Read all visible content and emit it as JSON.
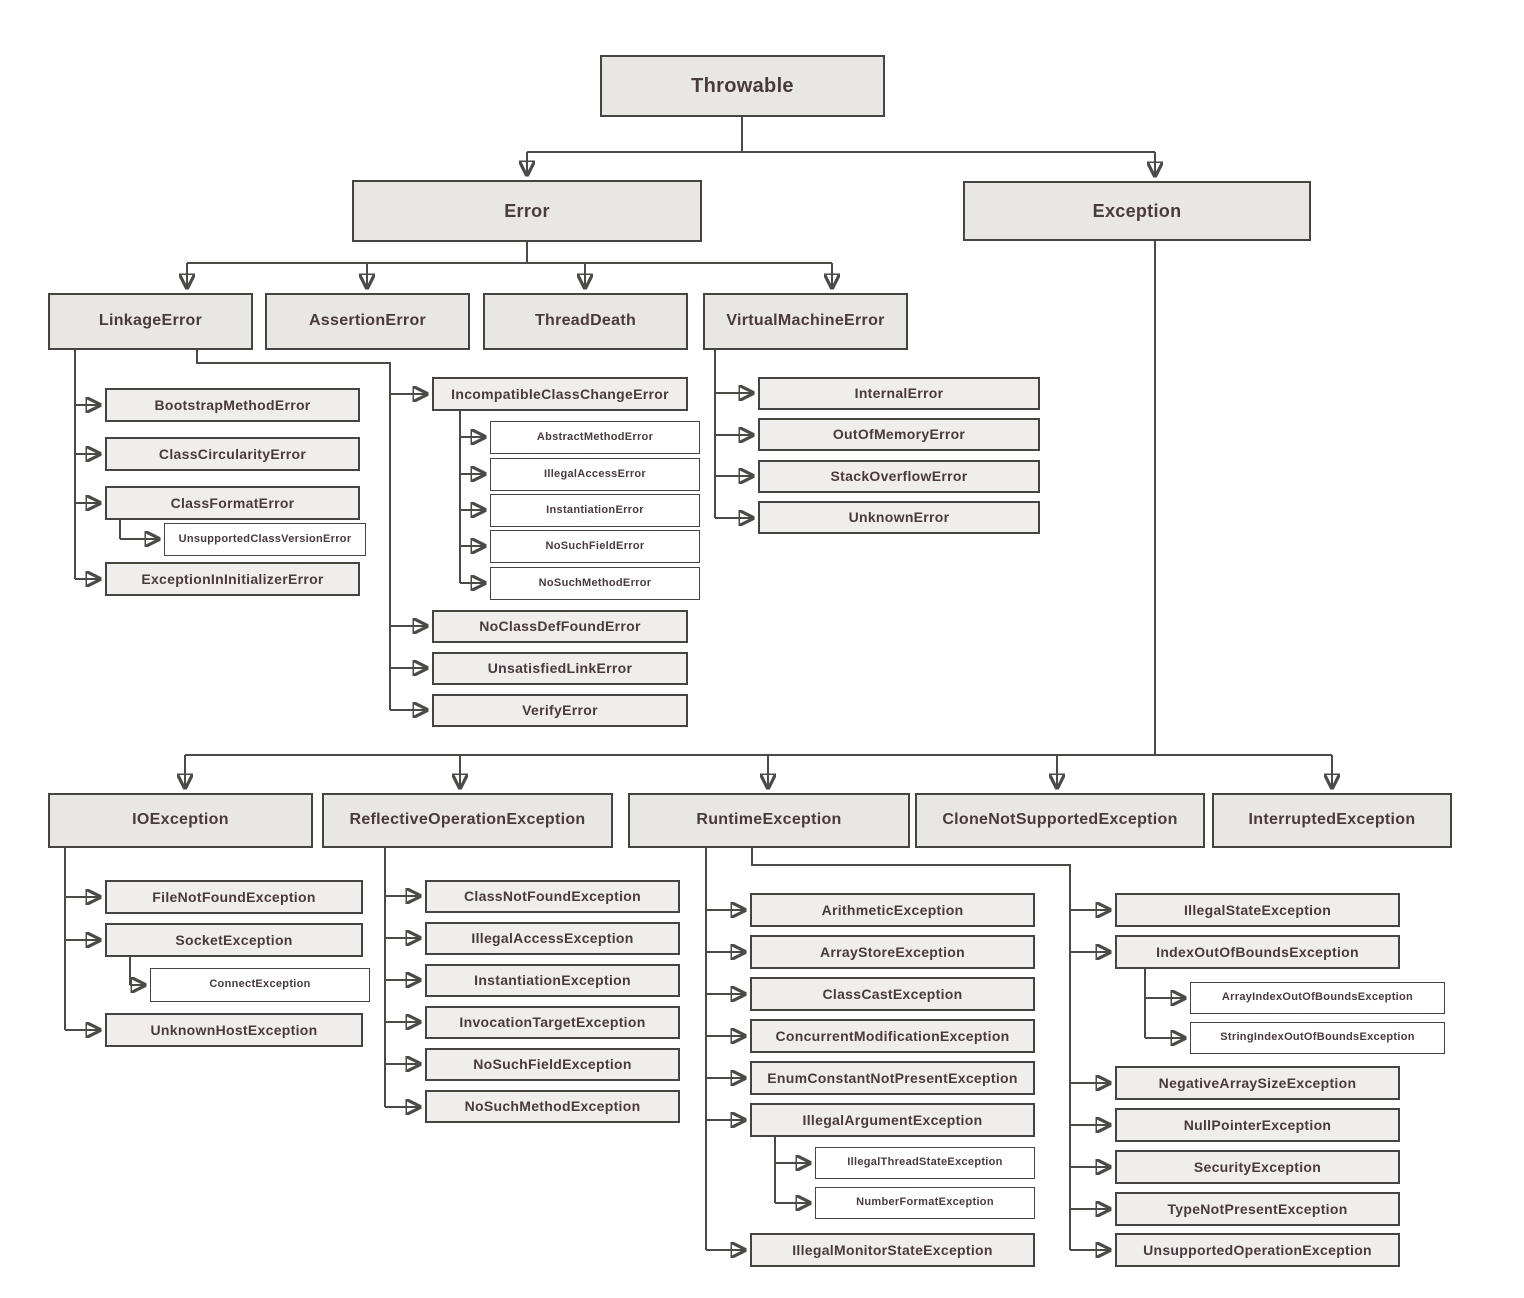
{
  "diagram_type": "class-hierarchy",
  "colors": {
    "box_fill_gray": "#e8e7e4",
    "box_fill_child": "#efeeec",
    "box_fill_white": "#ffffff",
    "box_border": "#454440",
    "connector_line": "#4b4a47",
    "text": "#4a393d",
    "background": "#ffffff"
  },
  "nodes": {
    "throwable": {
      "label": "Throwable"
    },
    "error": {
      "label": "Error"
    },
    "exception": {
      "label": "Exception"
    },
    "linkageError": {
      "label": "LinkageError"
    },
    "assertionError": {
      "label": "AssertionError"
    },
    "threadDeath": {
      "label": "ThreadDeath"
    },
    "virtualMachineError": {
      "label": "VirtualMachineError"
    },
    "bootstrapMethodError": {
      "label": "BootstrapMethodError"
    },
    "classCircularityError": {
      "label": "ClassCircularityError"
    },
    "classFormatError": {
      "label": "ClassFormatError"
    },
    "unsupportedClassVersionError": {
      "label": "UnsupportedClassVersionError"
    },
    "exceptionInInitializerError": {
      "label": "ExceptionInInitializerError"
    },
    "incompatibleClassChangeError": {
      "label": "IncompatibleClassChangeError"
    },
    "abstractMethodError": {
      "label": "AbstractMethodError"
    },
    "illegalAccessError": {
      "label": "IllegalAccessError"
    },
    "instantiationError": {
      "label": "InstantiationError"
    },
    "noSuchFieldError": {
      "label": "NoSuchFieldError"
    },
    "noSuchMethodError": {
      "label": "NoSuchMethodError"
    },
    "noClassDefFoundError": {
      "label": "NoClassDefFoundError"
    },
    "unsatisfiedLinkError": {
      "label": "UnsatisfiedLinkError"
    },
    "verifyError": {
      "label": "VerifyError"
    },
    "internalError": {
      "label": "InternalError"
    },
    "outOfMemoryError": {
      "label": "OutOfMemoryError"
    },
    "stackOverflowError": {
      "label": "StackOverflowError"
    },
    "unknownError": {
      "label": "UnknownError"
    },
    "ioException": {
      "label": "IOException"
    },
    "reflectiveOperationException": {
      "label": "ReflectiveOperationException"
    },
    "runtimeException": {
      "label": "RuntimeException"
    },
    "cloneNotSupportedException": {
      "label": "CloneNotSupportedException"
    },
    "interruptedException": {
      "label": "InterruptedException"
    },
    "fileNotFoundException": {
      "label": "FileNotFoundException"
    },
    "socketException": {
      "label": "SocketException"
    },
    "connectException": {
      "label": "ConnectException"
    },
    "unknownHostException": {
      "label": "UnknownHostException"
    },
    "classNotFoundException": {
      "label": "ClassNotFoundException"
    },
    "illegalAccessException": {
      "label": "IllegalAccessException"
    },
    "instantiationException": {
      "label": "InstantiationException"
    },
    "invocationTargetException": {
      "label": "InvocationTargetException"
    },
    "noSuchFieldException": {
      "label": "NoSuchFieldException"
    },
    "noSuchMethodException": {
      "label": "NoSuchMethodException"
    },
    "arithmeticException": {
      "label": "ArithmeticException"
    },
    "arrayStoreException": {
      "label": "ArrayStoreException"
    },
    "classCastException": {
      "label": "ClassCastException"
    },
    "concurrentModificationException": {
      "label": "ConcurrentModificationException"
    },
    "enumConstantNotPresentException": {
      "label": "EnumConstantNotPresentException"
    },
    "illegalArgumentException": {
      "label": "IllegalArgumentException"
    },
    "illegalThreadStateException": {
      "label": "IllegalThreadStateException"
    },
    "numberFormatException": {
      "label": "NumberFormatException"
    },
    "illegalMonitorStateException": {
      "label": "IllegalMonitorStateException"
    },
    "illegalStateException": {
      "label": "IllegalStateException"
    },
    "indexOutOfBoundsException": {
      "label": "IndexOutOfBoundsException"
    },
    "arrayIndexOutOfBoundsException": {
      "label": "ArrayIndexOutOfBoundsException"
    },
    "stringIndexOutOfBoundsException": {
      "label": "StringIndexOutOfBoundsException"
    },
    "negativeArraySizeException": {
      "label": "NegativeArraySizeException"
    },
    "nullPointerException": {
      "label": "NullPointerException"
    },
    "securityException": {
      "label": "SecurityException"
    },
    "typeNotPresentException": {
      "label": "TypeNotPresentException"
    },
    "unsupportedOperationException": {
      "label": "UnsupportedOperationException"
    }
  }
}
